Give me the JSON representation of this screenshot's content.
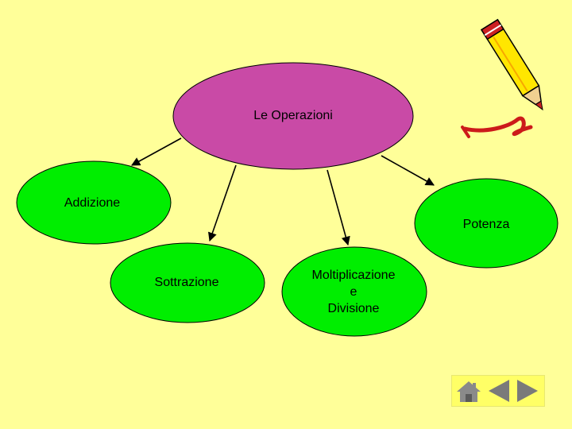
{
  "diagram": {
    "center": {
      "label": "Le Operazioni"
    },
    "nodes": {
      "addizione": "Addizione",
      "potenza": "Potenza",
      "sottrazione": "Sottrazione",
      "moltiplicazione_line1": "Moltiplicazione",
      "moltiplicazione_line2": "e",
      "moltiplicazione_line3": "Divisione"
    }
  },
  "colors": {
    "background": "#ffff99",
    "center_fill": "#c94aa6",
    "node_fill": "#00ee00",
    "outline": "#000000",
    "nav_panel": "#ffff66",
    "nav_icons": "#808080"
  },
  "nav": {
    "buttons": [
      "home-icon",
      "back-arrow-icon",
      "forward-arrow-icon"
    ]
  },
  "decoration": {
    "clipart": "pencil-icon"
  }
}
